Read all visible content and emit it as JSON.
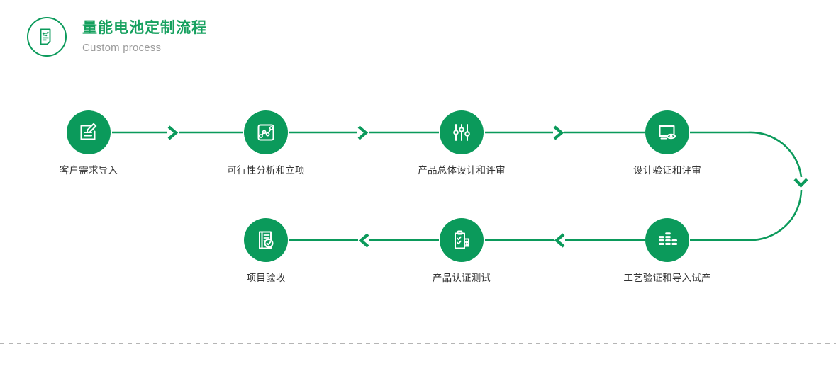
{
  "header": {
    "icon": "process-document-icon",
    "title": "量能电池定制流程",
    "subtitle": "Custom process"
  },
  "theme": {
    "green": "#0b9a5b",
    "title_green": "#15a05e",
    "subtitle_gray": "#9b9b9b",
    "label_dark": "#333333",
    "divider_gray": "#b5b5b5",
    "background": "#ffffff"
  },
  "flow": {
    "row1": [
      {
        "icon": "document-edit-icon",
        "label": "客户需求导入"
      },
      {
        "icon": "line-chart-icon",
        "label": "可行性分析和立项"
      },
      {
        "icon": "sliders-icon",
        "label": "产品总体设计和评审"
      },
      {
        "icon": "monitor-eye-icon",
        "label": "设计验证和评审"
      }
    ],
    "row2": [
      {
        "icon": "document-check-seal-icon",
        "label": "项目验收"
      },
      {
        "icon": "clipboard-check-badge-icon",
        "label": "产品认证测试"
      },
      {
        "icon": "bar-blocks-icon",
        "label": "工艺验证和导入试产"
      }
    ],
    "connectors": {
      "row1_arrows": [
        "chevron-right-icon",
        "chevron-right-icon",
        "chevron-right-icon"
      ],
      "loop_arrow": "chevron-down-icon",
      "row2_arrows": [
        "chevron-left-icon",
        "chevron-left-icon"
      ]
    }
  }
}
